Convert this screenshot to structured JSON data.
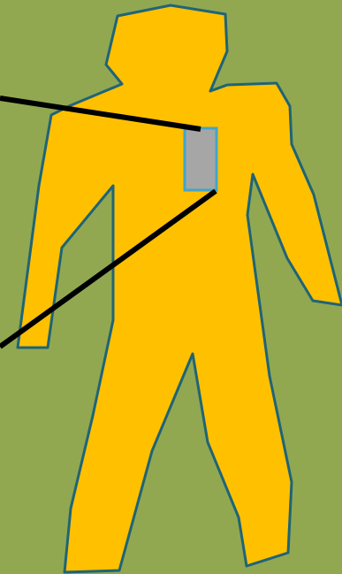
{
  "colors": {
    "background": "#91a851",
    "figure_fill": "#ffc000",
    "figure_outline": "#1f6477",
    "device_fill": "#a6a6a6",
    "device_outline": "#41a6c9",
    "lead_line": "#000000"
  },
  "shapes": {
    "figure": "human-silhouette",
    "device": "chest-implant-rectangle",
    "leads": [
      "upper-lead-line",
      "lower-lead-line"
    ]
  }
}
